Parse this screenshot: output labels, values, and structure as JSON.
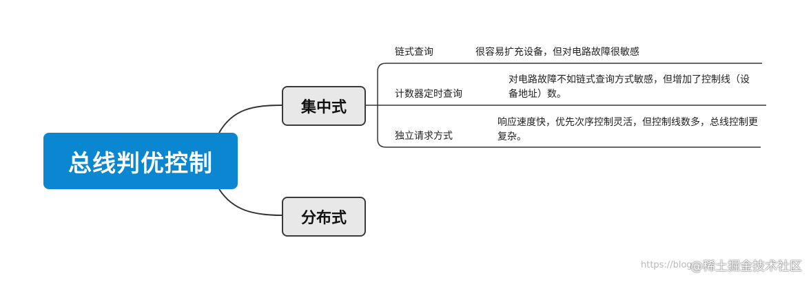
{
  "root": {
    "label": "总线判优控制"
  },
  "topics": [
    {
      "label": "集中式"
    },
    {
      "label": "分布式"
    }
  ],
  "branches": [
    {
      "label": "链式查询",
      "desc": "很容易扩充设备，但对电路故障很敏感"
    },
    {
      "label": "计数器定时查询",
      "desc": "对电路故障不如链式查询方式敏感，但增加了控制线（设备地址）数。"
    },
    {
      "label": "独立请求方式",
      "desc": "响应速度快，优先次序控制灵活，但控制线数多，总线控制更复杂。"
    }
  ],
  "watermark": {
    "url_text": "https://blog...",
    "brand": "@稀土掘金技术社区"
  },
  "colors": {
    "root_fill": "#0b87d1",
    "topic_fill": "#e8e8e8",
    "topic_border": "#3a3a3a",
    "line": "#333333"
  }
}
